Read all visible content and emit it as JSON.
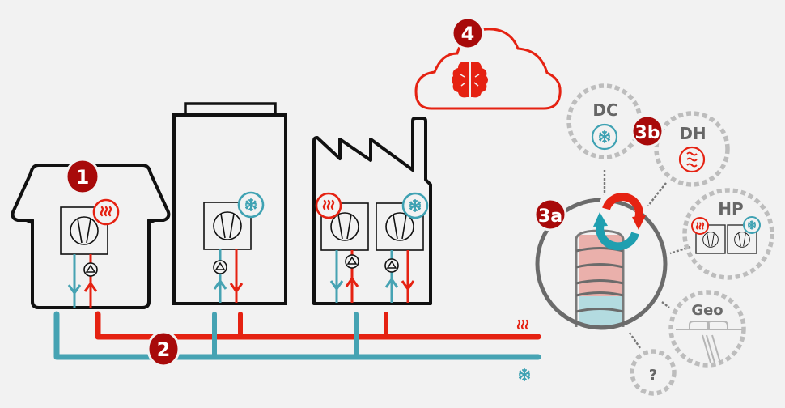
{
  "colors": {
    "background": "#f2f2f2",
    "hot": "#e52212",
    "cold": "#3fa2b3",
    "badge": "#a80a0a",
    "outline": "#111111",
    "grey_dash": "#b8b8b8",
    "grey_ring": "#6b6b6b",
    "tank_hot": "#eab0ab",
    "tank_cold": "#b3dbe0"
  },
  "badges": {
    "house": "1",
    "network": "2",
    "storage": "3a",
    "sources": "3b",
    "cloud": "4"
  },
  "buildings": [
    {
      "name": "house",
      "mode": "heating"
    },
    {
      "name": "office-tower",
      "mode": "cooling"
    },
    {
      "name": "factory",
      "mode": "heating-and-cooling"
    }
  ],
  "sources": {
    "dc": "DC",
    "dh": "DH",
    "hp": "HP",
    "geo": "Geo",
    "unknown": "?"
  },
  "icons": {
    "heat": "heat-waves-icon",
    "cold": "snowflake-icon",
    "cloud": "cloud-icon",
    "brain": "brain-icon",
    "pump": "pump-icon",
    "compressor": "compressor-icon",
    "cycle": "cycle-arrows-icon",
    "tank": "storage-tank-icon"
  },
  "network_legend": {
    "hot_line_symbol": "≋",
    "cold_line_symbol": "❄"
  }
}
